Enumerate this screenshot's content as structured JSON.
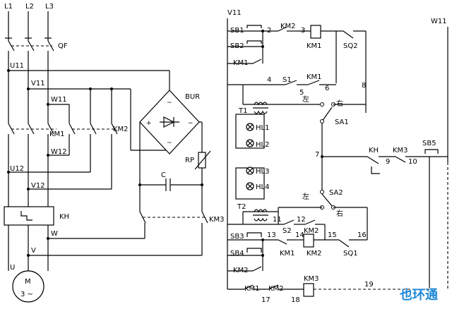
{
  "diagram": {
    "power": {
      "l1": "L1",
      "l2": "L2",
      "l3": "L3",
      "qf": "QF",
      "u11": "U11",
      "v11": "V11",
      "w11": "W11",
      "km1": "KM1",
      "km2": "KM2",
      "w12": "W12",
      "u12": "U12",
      "v12": "V12",
      "kh": "KH",
      "w": "W",
      "v": "V",
      "u": "U",
      "motor_m": "M",
      "motor_ac": "3 ~"
    },
    "rectifier": {
      "bur": "BUR",
      "plus": "+",
      "minus": "−",
      "ac1": "~",
      "ac2": "~",
      "rp": "RP",
      "c": "C",
      "km3": "KM3"
    },
    "control": {
      "v11": "V11",
      "w11": "W11",
      "sb1": "SB1",
      "sb2": "SB2",
      "km1_hold": "KM1",
      "km2_c": "KM2",
      "km1_coil": "KM1",
      "sq2": "SQ2",
      "s1": "S1",
      "km1_c2": "KM1",
      "n2": "2",
      "n3": "3",
      "n4": "4",
      "n5": "5",
      "n6": "6",
      "n8": "8",
      "t1": "T1",
      "hl1": "HL1",
      "hl2": "HL2",
      "hl3": "HL3",
      "hl4": "HL4",
      "t2": "T2",
      "left1": "左",
      "right1": "右",
      "sa1": "SA1",
      "n7": "7",
      "kh": "KH",
      "n9": "9",
      "km3": "KM3",
      "n10": "10",
      "sb5": "SB5",
      "left2": "左",
      "sa2": "SA2",
      "right2": "右",
      "n11": "11",
      "n12": "12",
      "s2": "S2",
      "km2_c2": "KM2",
      "n15": "15",
      "n16": "16",
      "sb3": "SB3",
      "n13": "13",
      "n14": "14",
      "km1_c3": "KM1",
      "km2_coil": "KM2",
      "sq1": "SQ1",
      "sb4": "SB4",
      "km2_hold": "KM2",
      "km1_b": "KM1",
      "km2_b": "KM2",
      "km3_coil": "KM3",
      "n17": "17",
      "n18": "18",
      "n19": "19"
    },
    "watermark": "也环通"
  }
}
